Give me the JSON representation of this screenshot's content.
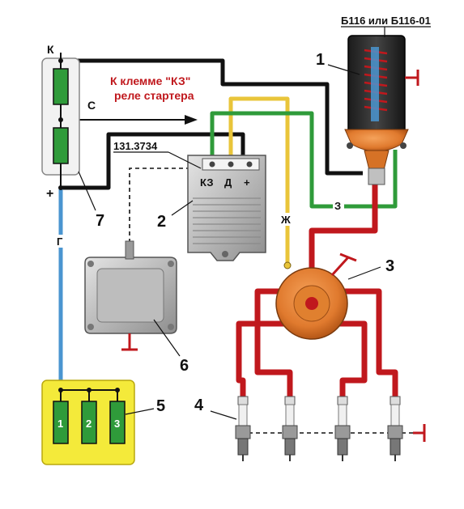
{
  "coil": {
    "model_label": "Б116 или Б116-01",
    "number": "1"
  },
  "commutator": {
    "model_label": "131.3734",
    "number": "2",
    "terminal_kz": "КЗ",
    "terminal_d": "Д",
    "terminal_plus": "+"
  },
  "distributor": {
    "number": "3"
  },
  "spark_plugs": {
    "number": "4"
  },
  "fuse_block": {
    "number": "5",
    "fuses": [
      "1",
      "2",
      "3"
    ]
  },
  "sensor": {
    "number": "6"
  },
  "ignition_switch": {
    "number": "7",
    "terminal_k": "К",
    "terminal_c": "С",
    "terminal_plus": "+"
  },
  "starter_note": {
    "line1": "К клемме \"КЗ\"",
    "line2": "реле стартера"
  },
  "wire_colors": {
    "green": "З",
    "yellow": "Ж",
    "blue": "Г"
  },
  "colors": {
    "red": "#c0181d",
    "green": "#2f9b3a",
    "yellow": "#e9c53a",
    "blue": "#4a95d0",
    "fuse_box": "#f4ea3a"
  }
}
